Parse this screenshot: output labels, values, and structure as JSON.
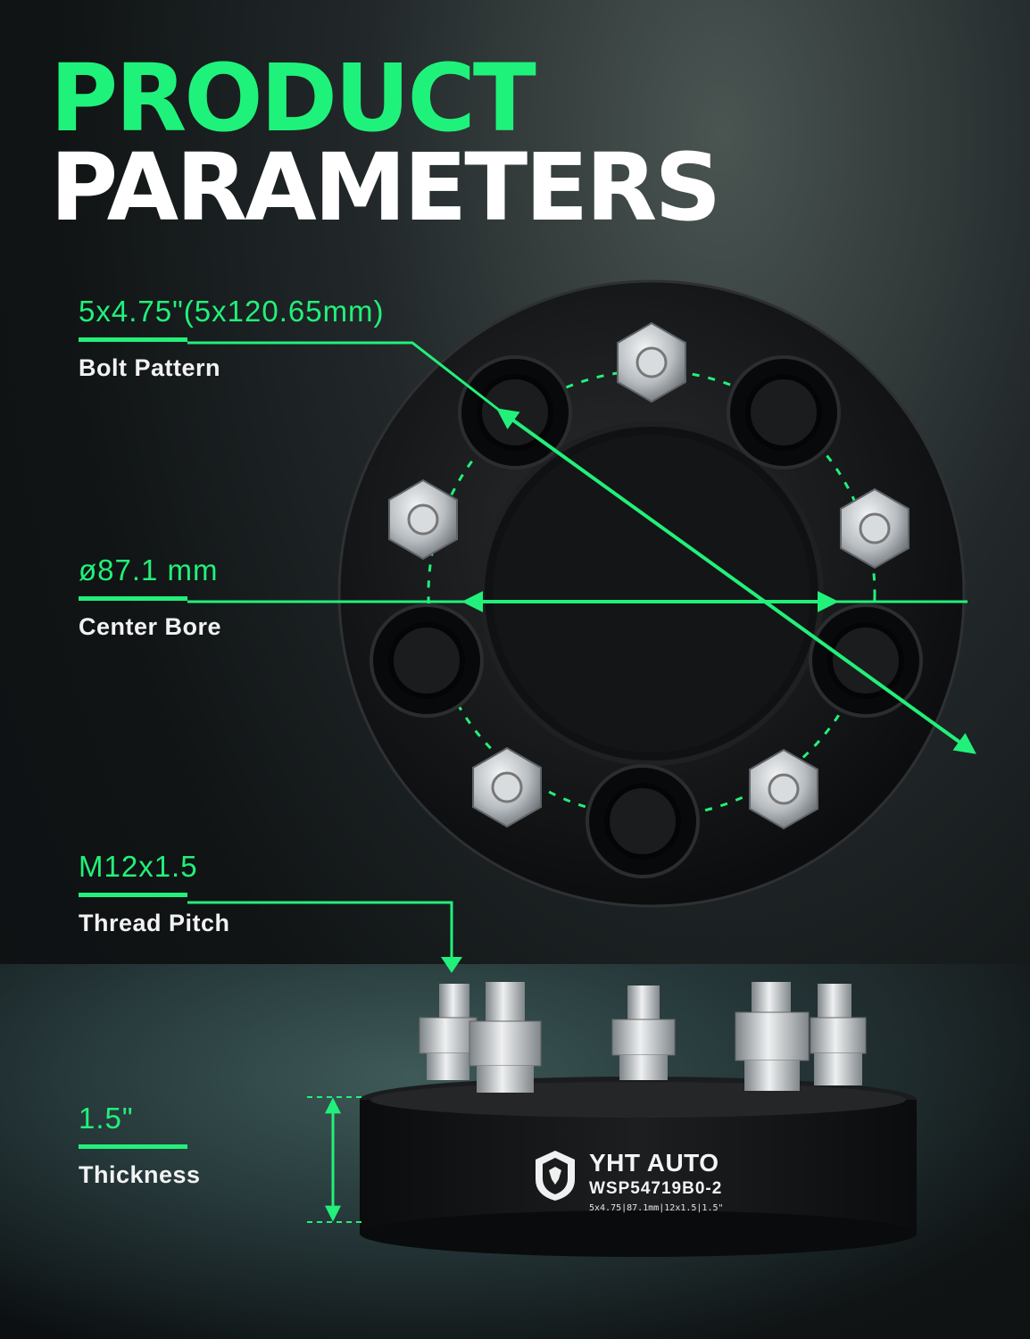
{
  "title": {
    "line1": "PRODUCT",
    "line2": "PARAMETERS"
  },
  "params": [
    {
      "value": "5x4.75\"(5x120.65mm)",
      "label": "Bolt Pattern"
    },
    {
      "value": "ø87.1 mm",
      "label": "Center Bore"
    },
    {
      "value": "M12x1.5",
      "label": "Thread Pitch"
    },
    {
      "value": "1.5\"",
      "label": "Thickness"
    }
  ],
  "brand": {
    "name": "YHT AUTO",
    "model": "WSP54719B0-2",
    "spec": "5x4.75|87.1mm|12x1.5|1.5\""
  },
  "colors": {
    "accent": "#22f07a",
    "spacer": "#121314",
    "stud": "#c8cccf"
  }
}
